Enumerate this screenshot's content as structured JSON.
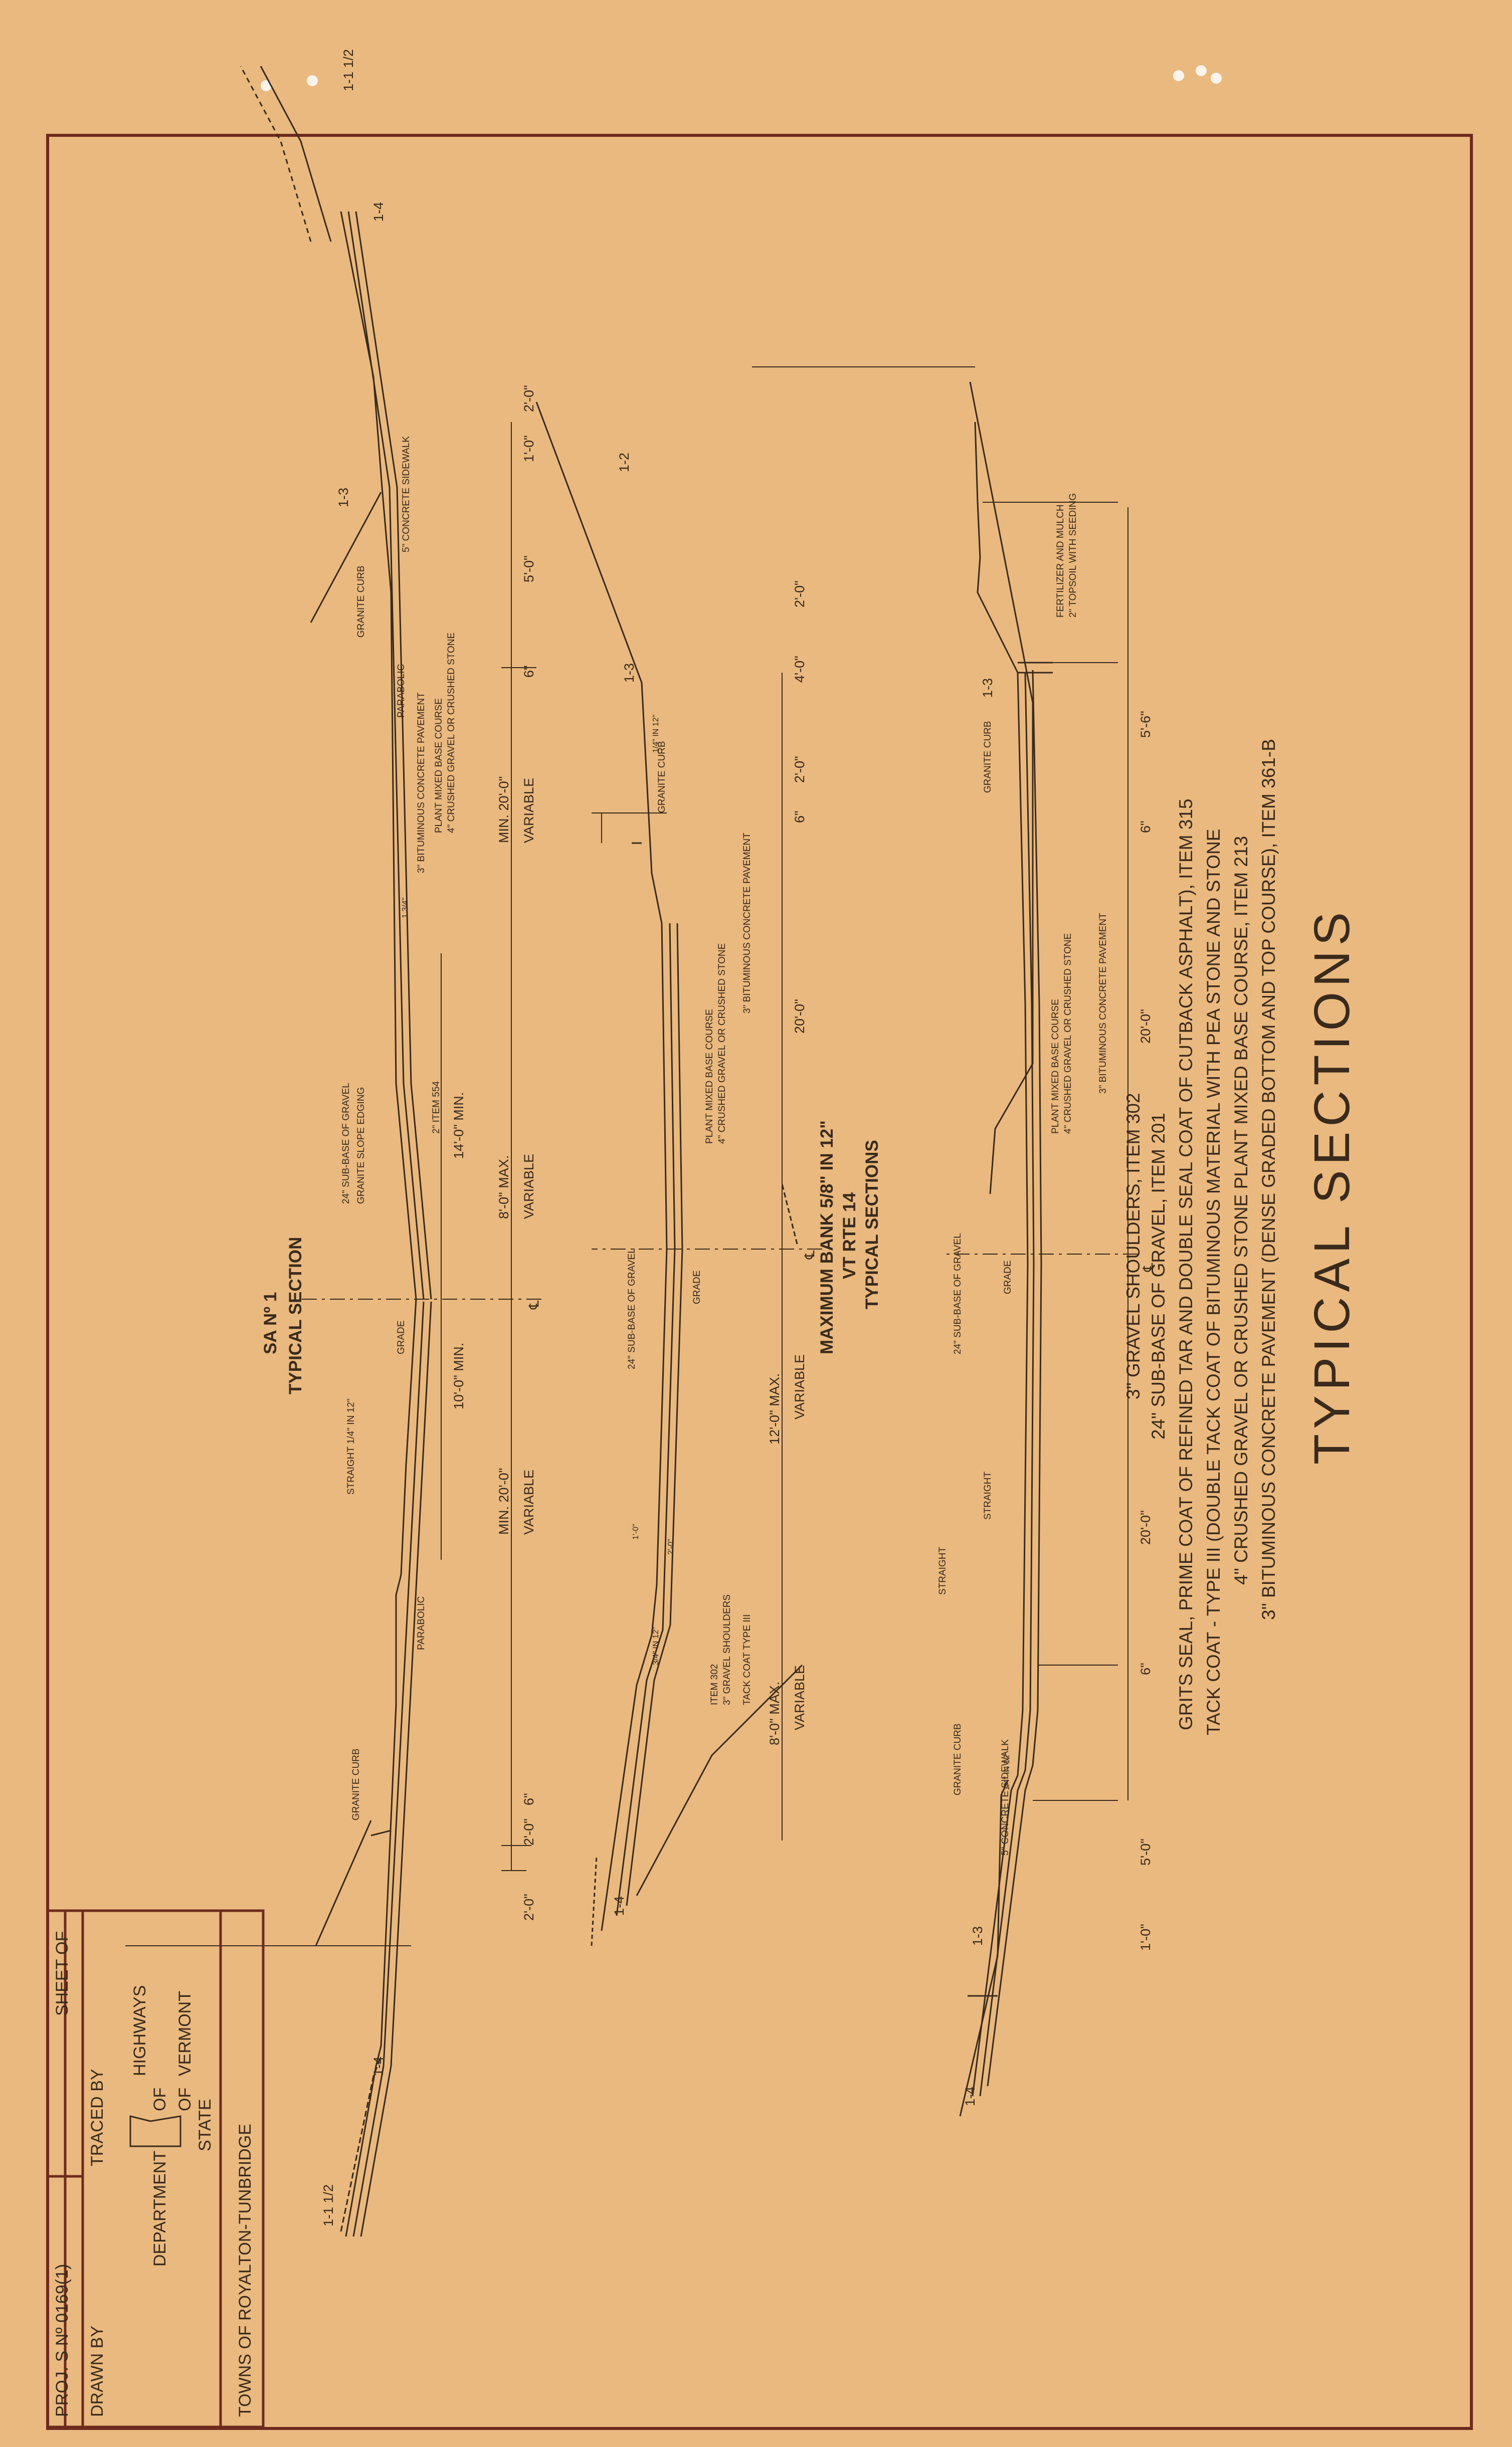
{
  "title": "TYPICAL SECTIONS",
  "specs": [
    "3\" BITUMINOUS CONCRETE PAVEMENT (DENSE GRADED BOTTOM AND TOP COURSE), ITEM 361-B",
    "4\" CRUSHED GRAVEL OR CRUSHED STONE PLANT MIXED BASE COURSE, ITEM 213",
    "TACK COAT - TYPE III (DOUBLE TACK COAT OF BITUMINOUS MATERIAL WITH PEA STONE AND STONE",
    "GRITS SEAL, PRIME COAT OF REFINED TAR AND DOUBLE SEAL COAT OF CUTBACK ASPHALT), ITEM 315",
    "24\" SUB-BASE OF GRAVEL, ITEM 201",
    "3\" GRAVEL SHOULDERS, ITEM 302"
  ],
  "section1": {
    "slope_left": "1-3",
    "slope_right": "1-3",
    "slope_bottom_left": "1-4",
    "d_5_6": "5'-6\"",
    "d_6a": "6\"",
    "d_20a": "20'-0\"",
    "d_20b": "20'-0\"",
    "d_6b": "6\"",
    "d_5_0": "5'-0\"",
    "d_1_0": "1'-0\"",
    "topsoil_1": "2\" TOPSOIL WITH SEEDING",
    "topsoil_2": "FERTILIZER AND MULCH",
    "granite_curb_l": "GRANITE CURB",
    "granite_curb_r": "GRANITE CURB",
    "bit": "3\" BITUMINOUS CONCRETE PAVEMENT",
    "gravel_1": "4\" CRUSHED GRAVEL OR CRUSHED STONE",
    "gravel_2": "PLANT MIXED BASE COURSE",
    "subbase": "24\" SUB-BASE OF GRAVEL",
    "grade": "GRADE",
    "straight_a": "STRAIGHT",
    "straight_b": "STRAIGHT",
    "sidewalk": "5\" CONCRETE SIDEWALK",
    "in12": "1/4\" IN 12\""
  },
  "section2": {
    "slope_top": "1-2",
    "slope_left": "1-3",
    "slope_bottom": "1-4",
    "d_2_0": "2'-0\"",
    "d_4_0": "4'-0\"",
    "d_2_0b": "2'-0\"",
    "d_6": "6\"",
    "d_20": "20'-0\"",
    "var": "VARIABLE",
    "var_max": "12'-0\" MAX.",
    "var2": "VARIABLE",
    "var2_max": "8'-0\" MAX.",
    "d_2_0c": "2'-0\"",
    "d_1_0": "1'-0\"",
    "granite_curb": "GRANITE CURB",
    "bit": "3\" BITUMINOUS CONCRETE PAVEMENT",
    "gravel_1": "4\" CRUSHED GRAVEL OR CRUSHED STONE",
    "gravel_2": "PLANT MIXED BASE COURSE",
    "subbase": "24\" SUB-BASE OF GRAVEL",
    "grade": "GRADE",
    "tack": "TACK COAT TYPE III",
    "shoulder_1": "3\" GRAVEL SHOULDERS",
    "shoulder_2": "ITEM 302",
    "in12": "1/4\" IN 12\"",
    "in12b": "3/4\" IN 12\"",
    "name_1": "TYPICAL SECTIONS",
    "name_2": "VT RTE 14",
    "name_3": "MAXIMUM BANK 5/8\" IN 12\""
  },
  "section3": {
    "slope_top": "1-1 1/2",
    "slope_top2": "1-4",
    "slope_left": "1-3",
    "slope_bottom": "1-4",
    "slope_bottom2": "1-1 1/2",
    "d_2_0": "2'-0\"",
    "d_1_0": "1'-0\"",
    "d_5_0": "5'-0\"",
    "d_6": "6\"",
    "var": "VARIABLE",
    "var_min": "MIN. 20'-0\"",
    "var2": "VARIABLE",
    "var2_max": "8'-0\" MAX.",
    "var2_min": "14'-0\" MIN.",
    "var3": "VARIABLE",
    "var3_min": "MIN. 20'-0\"",
    "d_10": "10'-0\" MIN.",
    "d_6b": "6\"",
    "d_2_0b": "2'-0\"",
    "d_2_0c": "2'-0\"",
    "sidewalk": "5\" CONCRETE SIDEWALK",
    "granite_curb_l": "GRANITE CURB",
    "granite_curb_r": "GRANITE CURB",
    "parabolic_a": "PARABOLIC",
    "parabolic_b": "PARABOLIC",
    "gravel_1": "4\" CRUSHED GRAVEL OR CRUSHED STONE",
    "gravel_2": "PLANT MIXED BASE COURSE",
    "bit": "3\" BITUMINOUS CONCRETE PAVEMENT",
    "item554": "2\" ITEM 554",
    "edging": "GRANITE SLOPE EDGING",
    "subbase": "24\" SUB-BASE OF GRAVEL",
    "grade": "GRADE",
    "straight": "STRAIGHT 1/4\" IN 12\"",
    "d_134": "1 3/4\"",
    "name_1": "TYPICAL SECTION",
    "name_2": "SA Nº 1"
  },
  "cl": "℄",
  "titleblock": {
    "towns": "TOWNS OF ROYALTON-TUNBRIDGE",
    "state": "STATE",
    "of": "OF",
    "vermont": "VERMONT",
    "dept": "DEPARTMENT",
    "of2": "OF",
    "highways": "HIGHWAYS",
    "drawn": "DRAWN BY",
    "traced": "TRACED BY",
    "proj": "PROJ. S Nº 0169(1)",
    "sheet": "SHEET  OF"
  },
  "colors": {
    "paper": "#e9b97f",
    "ink": "#3a2a1c",
    "border": "#6e2a1e"
  }
}
